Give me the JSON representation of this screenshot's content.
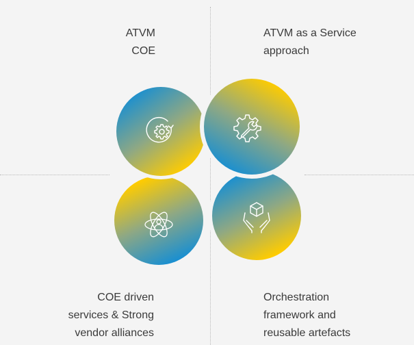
{
  "quadrants": [
    {
      "id": "tl",
      "lines": [
        "ATVM",
        "COE"
      ],
      "icon": "settings-refresh-icon"
    },
    {
      "id": "tr",
      "lines": [
        "ATVM as a Service",
        "approach"
      ],
      "icon": "gear-wrench-icon"
    },
    {
      "id": "bl",
      "lines": [
        "COE driven",
        "services & Strong",
        "vendor alliances"
      ],
      "icon": "atom-person-icon"
    },
    {
      "id": "br",
      "lines": [
        "Orchestration",
        "framework and",
        "reusable artefacts"
      ],
      "icon": "hands-cube-icon"
    }
  ],
  "colors": {
    "blue": "#1a8fd0",
    "yellow": "#ffcc00",
    "background": "#f4f4f4",
    "icon": "#ffffff",
    "divider": "#b8b8b8"
  }
}
